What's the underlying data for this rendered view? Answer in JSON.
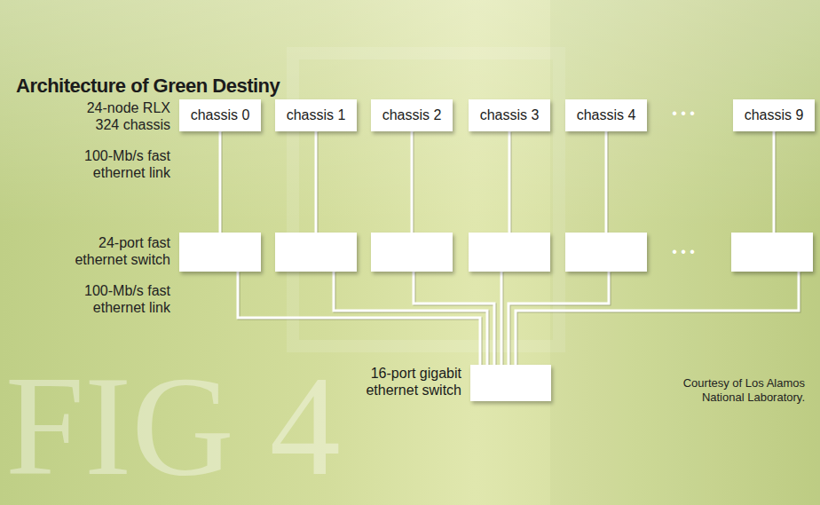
{
  "diagram": {
    "title": "Architecture of Green Destiny",
    "nodes": [
      {
        "text": [
          "chassis 0"
        ]
      },
      {
        "text": [
          "chassis 1"
        ]
      },
      {
        "text": [
          "chassis 2"
        ]
      },
      {
        "text": [
          "chassis 3"
        ]
      },
      {
        "text": [
          "chassis 4"
        ]
      },
      {
        "text": [
          "chassis 9"
        ]
      },
      {
        "text": []
      },
      {
        "text": []
      },
      {
        "text": []
      },
      {
        "text": []
      },
      {
        "text": []
      },
      {
        "text": []
      },
      {
        "text": [
          "16-port gigabit ethernet switch"
        ]
      }
    ],
    "edges": [
      {
        "from": 0,
        "to": 6,
        "arrow": "none"
      },
      {
        "from": 1,
        "to": 7,
        "arrow": "none"
      },
      {
        "from": 2,
        "to": 8,
        "arrow": "none"
      },
      {
        "from": 3,
        "to": 9,
        "arrow": "none"
      },
      {
        "from": 4,
        "to": 10,
        "arrow": "none"
      },
      {
        "from": 5,
        "to": 11,
        "arrow": "none"
      },
      {
        "from": 6,
        "to": 12,
        "arrow": "none"
      },
      {
        "from": 7,
        "to": 12,
        "arrow": "none"
      },
      {
        "from": 8,
        "to": 12,
        "arrow": "none"
      },
      {
        "from": 9,
        "to": 12,
        "arrow": "none"
      },
      {
        "from": 10,
        "to": 12,
        "arrow": "none"
      },
      {
        "from": 11,
        "to": 12,
        "arrow": "none"
      }
    ],
    "labels": [
      "24-node RLX 324 chassis",
      "100-Mb/s fast ethernet link",
      "24-port fast ethernet switch",
      "100-Mb/s fast ethernet link",
      "• • •",
      "• • •",
      "Courtesy of Los Alamos National Laboratory.",
      "FIG 4"
    ]
  }
}
